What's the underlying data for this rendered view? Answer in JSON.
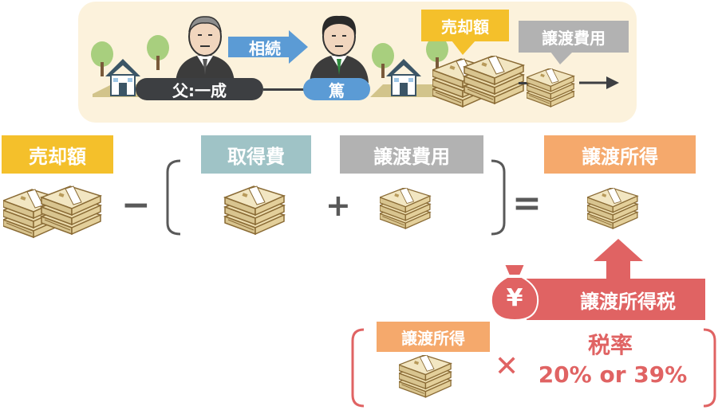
{
  "story": {
    "inherit_label": "相続",
    "father_name": "父:一成",
    "son_name": "篤",
    "sale_label": "売却額",
    "cost_label": "譲渡費用"
  },
  "formula": {
    "sale": "売却額",
    "minus": "−",
    "acquisition": "取得費",
    "plus": "+",
    "transfer_cost": "譲渡費用",
    "equals": "=",
    "income": "譲渡所得"
  },
  "tax": {
    "yen": "¥",
    "label": "譲渡所得税",
    "income": "譲渡所得",
    "times": "✕",
    "rate_label": "税率",
    "rate_value": "20% or 39%"
  },
  "colors": {
    "yellow": "#f4c02b",
    "teal": "#9fc3c6",
    "gray": "#b2b2b2",
    "orange": "#f5a96c",
    "red": "#e06363",
    "blue": "#5b9bd5",
    "panel": "#fcf2dc"
  }
}
